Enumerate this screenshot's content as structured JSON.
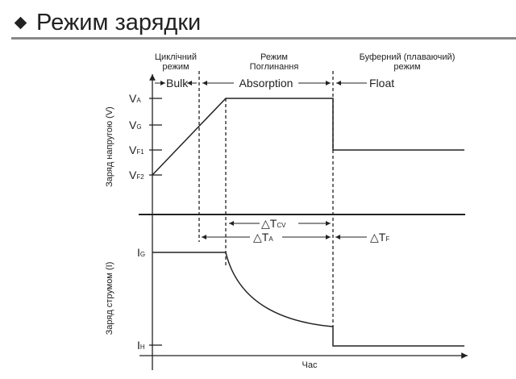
{
  "title": "Режим зарядки",
  "phases": {
    "cyclic": [
      "Циклічний",
      "режим"
    ],
    "absorption_mode": [
      "Режим",
      "Поглинання"
    ],
    "float_mode": [
      "Буферний (плаваючий)",
      "режим"
    ]
  },
  "stage_labels": {
    "bulk": "Bulk",
    "absorption": "Absorption",
    "float": "Float"
  },
  "voltage_axis": {
    "label": "Заряд напругою (V)",
    "ticks": [
      {
        "main": "V",
        "sub": "A"
      },
      {
        "main": "V",
        "sub": "G"
      },
      {
        "main": "V",
        "sub": "F1"
      },
      {
        "main": "V",
        "sub": "F2"
      }
    ]
  },
  "current_axis": {
    "label": "Заряд струмом (I)",
    "ticks": [
      {
        "main": "I",
        "sub": "G"
      },
      {
        "main": "I",
        "sub": "H"
      }
    ]
  },
  "intervals": {
    "tcv": {
      "main": "△T",
      "sub": "CV"
    },
    "ta": {
      "main": "△T",
      "sub": "A"
    },
    "tf": {
      "main": "△T",
      "sub": "F"
    }
  },
  "time_axis_label": "Час"
}
